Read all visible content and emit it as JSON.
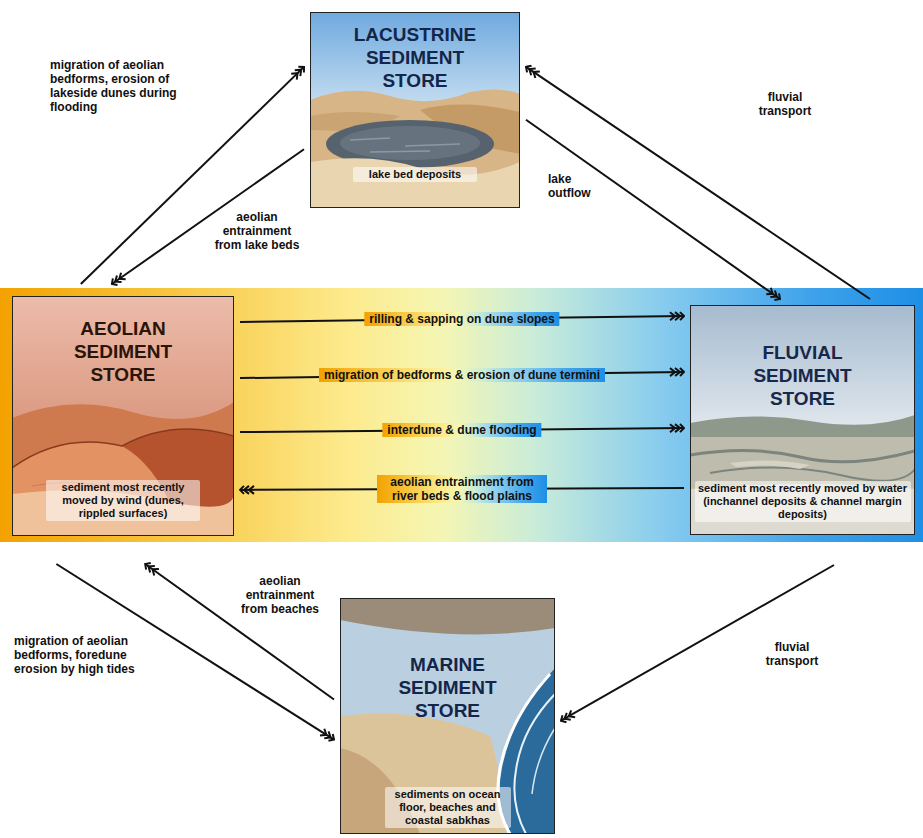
{
  "diagram": {
    "nodes": [
      {
        "text": [
          "LACUSTRINE SEDIMENT STORE",
          "lake bed deposits"
        ]
      },
      {
        "text": [
          "AEOLIAN SEDIMENT STORE",
          "sediment most recently moved by wind (dunes, rippled surfaces)"
        ]
      },
      {
        "text": [
          "FLUVIAL SEDIMENT STORE",
          "sediment most recently moved by water (inchannel deposits & channel margin deposits)"
        ]
      },
      {
        "text": [
          "MARINE SEDIMENT STORE",
          "sediments on ocean floor, beaches and coastal sabkhas"
        ]
      }
    ],
    "edges": [
      {
        "from": 1,
        "to": 0,
        "label": "migration of aeolian bedforms, erosion of lakeside dunes during flooding",
        "arrow": "to"
      },
      {
        "from": 0,
        "to": 1,
        "label": "aeolian entrainment from lake beds",
        "arrow": "to"
      },
      {
        "from": 2,
        "to": 0,
        "label": "fluvial transport",
        "arrow": "to"
      },
      {
        "from": 0,
        "to": 2,
        "label": "lake outflow",
        "arrow": "to"
      },
      {
        "from": 1,
        "to": 2,
        "label": "rilling & sapping on dune slopes",
        "arrow": "to"
      },
      {
        "from": 1,
        "to": 2,
        "label": "migration of bedforms & erosion of dune termini",
        "arrow": "to"
      },
      {
        "from": 1,
        "to": 2,
        "label": "interdune & dune flooding",
        "arrow": "to"
      },
      {
        "from": 2,
        "to": 1,
        "label": "aeolian entrainment from river beds & flood plains",
        "arrow": "to"
      },
      {
        "from": 3,
        "to": 1,
        "label": "aeolian entrainment from beaches",
        "arrow": "to"
      },
      {
        "from": 1,
        "to": 3,
        "label": "migration of aeolian bedforms, foredune erosion by high tides",
        "arrow": "to"
      },
      {
        "from": 2,
        "to": 3,
        "label": "fluvial transport",
        "arrow": "to"
      }
    ]
  }
}
